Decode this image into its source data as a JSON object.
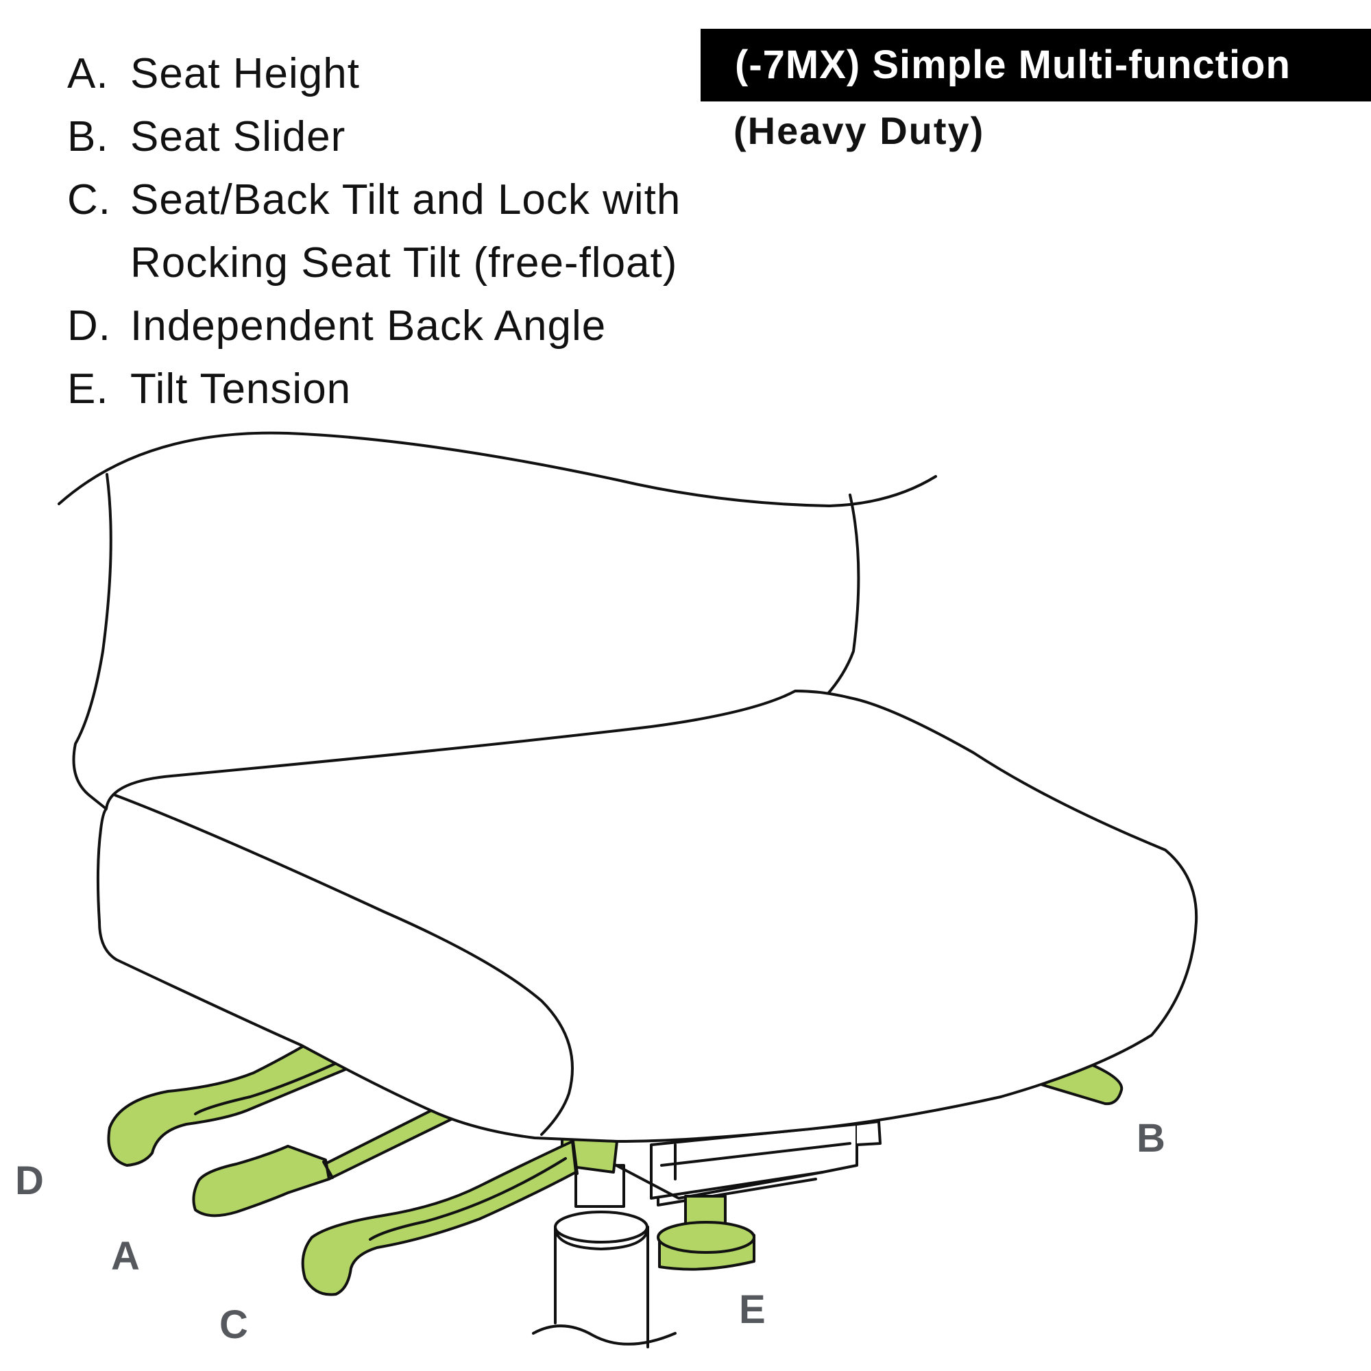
{
  "title": "(-7MX)  Simple Multi-function",
  "subtitle": "(Heavy Duty)",
  "legend": [
    {
      "key": "A.",
      "text": "Seat Height"
    },
    {
      "key": "B.",
      "text": "Seat Slider"
    },
    {
      "key": "C.",
      "text": "Seat/Back Tilt and Lock with",
      "text2": "Rocking Seat Tilt (free-float)"
    },
    {
      "key": "D.",
      "text": "Independent Back Angle"
    },
    {
      "key": "E.",
      "text": "Tilt  Tension"
    }
  ],
  "callouts": {
    "a": "A",
    "b": "B",
    "c": "C",
    "d": "D",
    "e": "E"
  },
  "colors": {
    "lever_green": "#b2d565",
    "outline": "#111111",
    "callout_gray": "#55585c",
    "title_bg": "#000000"
  }
}
